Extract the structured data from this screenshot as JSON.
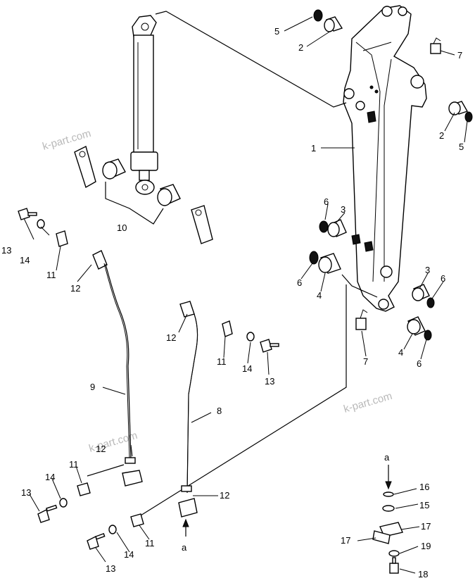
{
  "watermark": "k-part.com",
  "callouts": {
    "c1": "1",
    "c2a": "2",
    "c2b": "2",
    "c3a": "3",
    "c3b": "3",
    "c4a": "4",
    "c4b": "4",
    "c5a": "5",
    "c5b": "5",
    "c6a": "6",
    "c6b": "6",
    "c6c": "6",
    "c6d": "6",
    "c7a": "7",
    "c7b": "7",
    "c8": "8",
    "c9": "9",
    "c10": "10",
    "c11a": "11",
    "c11b": "11",
    "c11c": "11",
    "c11d": "11",
    "c12a": "12",
    "c12b": "12",
    "c12c": "12",
    "c12d": "12",
    "c13a": "13",
    "c13b": "13",
    "c13c": "13",
    "c13d": "13",
    "c14a": "14",
    "c14b": "14",
    "c14c": "14",
    "c14d": "14",
    "c15": "15",
    "c16": "16",
    "c17a": "17",
    "c17b": "17",
    "c18": "18",
    "c19": "19",
    "refA1": "a",
    "refA2": "a"
  }
}
